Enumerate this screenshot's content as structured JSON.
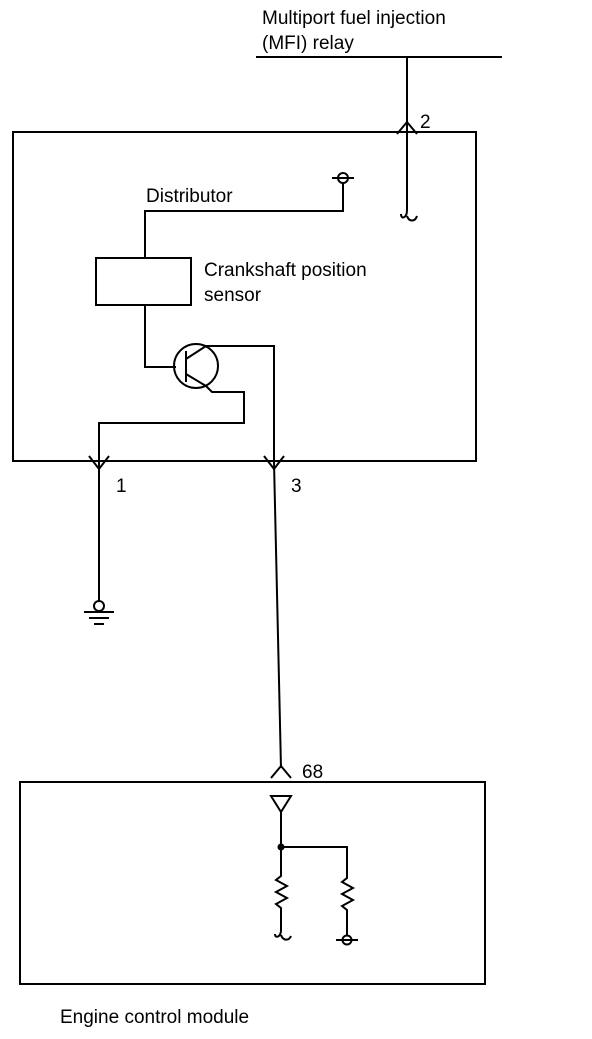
{
  "labels": {
    "relay_line1": "Multiport fuel injection",
    "relay_line2": "(MFI) relay",
    "distributor": "Distributor",
    "sensor_line1": "Crankshaft position",
    "sensor_line2": "sensor",
    "ecm": "Engine control module"
  },
  "terminals": {
    "t1": "1",
    "t2": "2",
    "t3": "3",
    "t68": "68"
  }
}
